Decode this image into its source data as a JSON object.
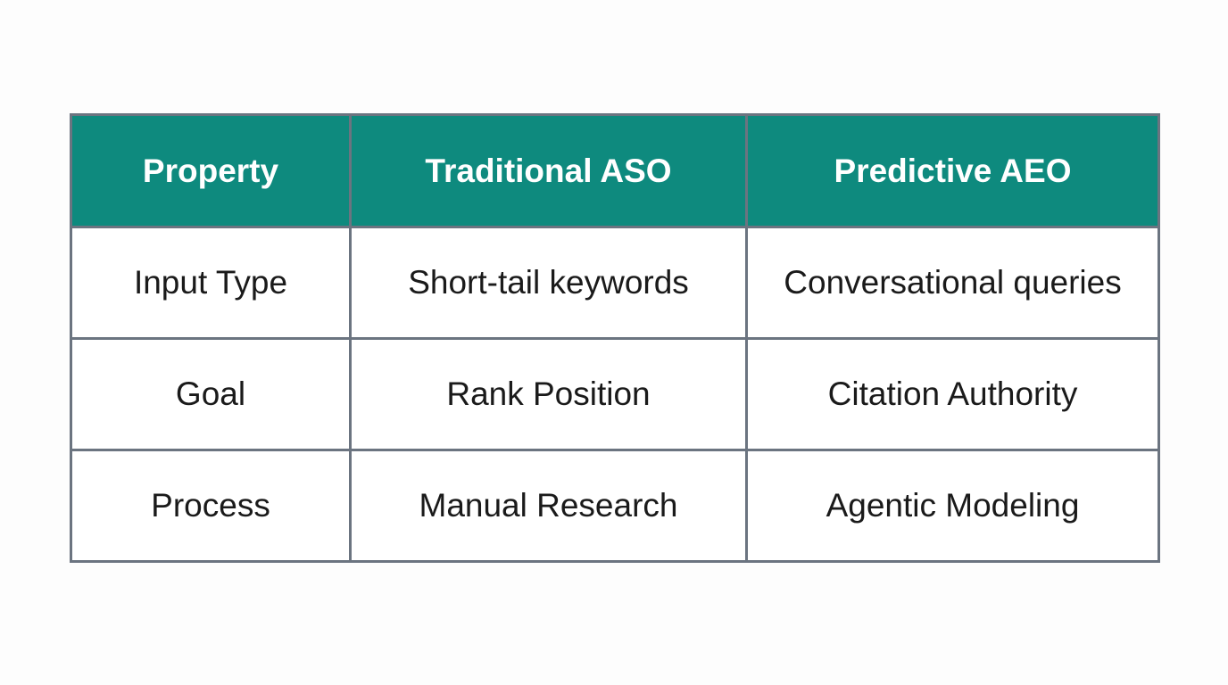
{
  "table": {
    "headers": [
      "Property",
      "Traditional ASO",
      "Predictive AEO"
    ],
    "rows": [
      [
        "Input Type",
        "Short-tail keywords",
        "Conversational queries"
      ],
      [
        "Goal",
        "Rank Position",
        "Citation Authority"
      ],
      [
        "Process",
        "Manual Research",
        "Agentic Modeling"
      ]
    ]
  },
  "colors": {
    "header_bg": "#0e8a7e",
    "header_text": "#ffffff",
    "border": "#6b7480",
    "cell_text": "#1a1a1a"
  }
}
